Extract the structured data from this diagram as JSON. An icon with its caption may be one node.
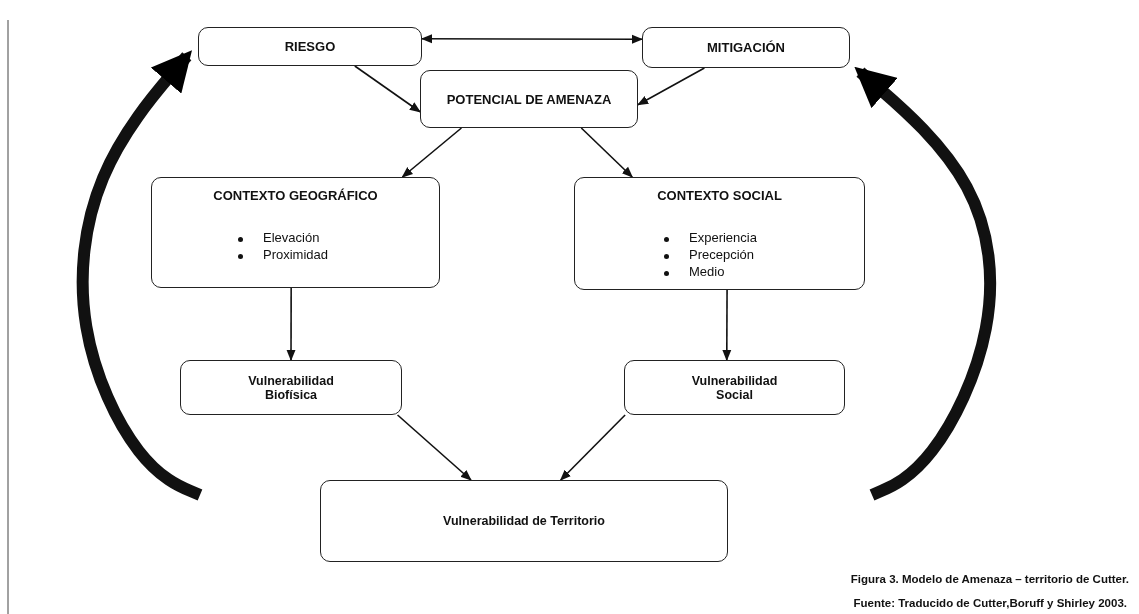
{
  "diagram": {
    "caption": "Figura 3. Modelo de Amenaza – territorio de Cutter.",
    "nodes": [
      {
        "text": [
          "RIESGO"
        ]
      },
      {
        "text": [
          "MITIGACIÓN"
        ]
      },
      {
        "text": [
          "POTENCIAL DE AMENAZA"
        ]
      },
      {
        "text": [
          "CONTEXTO GEOGRÁFICO",
          "Elevación",
          "Proximidad"
        ]
      },
      {
        "text": [
          "CONTEXTO SOCIAL",
          "Experiencia",
          "Precepción",
          "Medio"
        ]
      },
      {
        "text": [
          "Vulnerabilidad Biofísica"
        ]
      },
      {
        "text": [
          "Vulnerabilidad Social"
        ]
      },
      {
        "text": [
          "Vulnerabilidad de Territorio"
        ]
      }
    ],
    "edges": [
      {
        "from": 0,
        "to": 1,
        "arrow": "both"
      },
      {
        "from": 0,
        "to": 2,
        "arrow": "to"
      },
      {
        "from": 1,
        "to": 2,
        "arrow": "to"
      },
      {
        "from": 2,
        "to": 3,
        "arrow": "to"
      },
      {
        "from": 2,
        "to": 4,
        "arrow": "to"
      },
      {
        "from": 3,
        "to": 5,
        "arrow": "to"
      },
      {
        "from": 4,
        "to": 6,
        "arrow": "to"
      },
      {
        "from": 5,
        "to": 7,
        "arrow": "to"
      },
      {
        "from": 6,
        "to": 7,
        "arrow": "to"
      },
      {
        "from": null,
        "to": 0,
        "arrow": "to",
        "style": "thick"
      },
      {
        "from": null,
        "to": 1,
        "arrow": "to",
        "style": "thick"
      }
    ],
    "labels": [
      "Fuente: Traducido de Cutter,Boruff y Shirley 2003."
    ]
  }
}
